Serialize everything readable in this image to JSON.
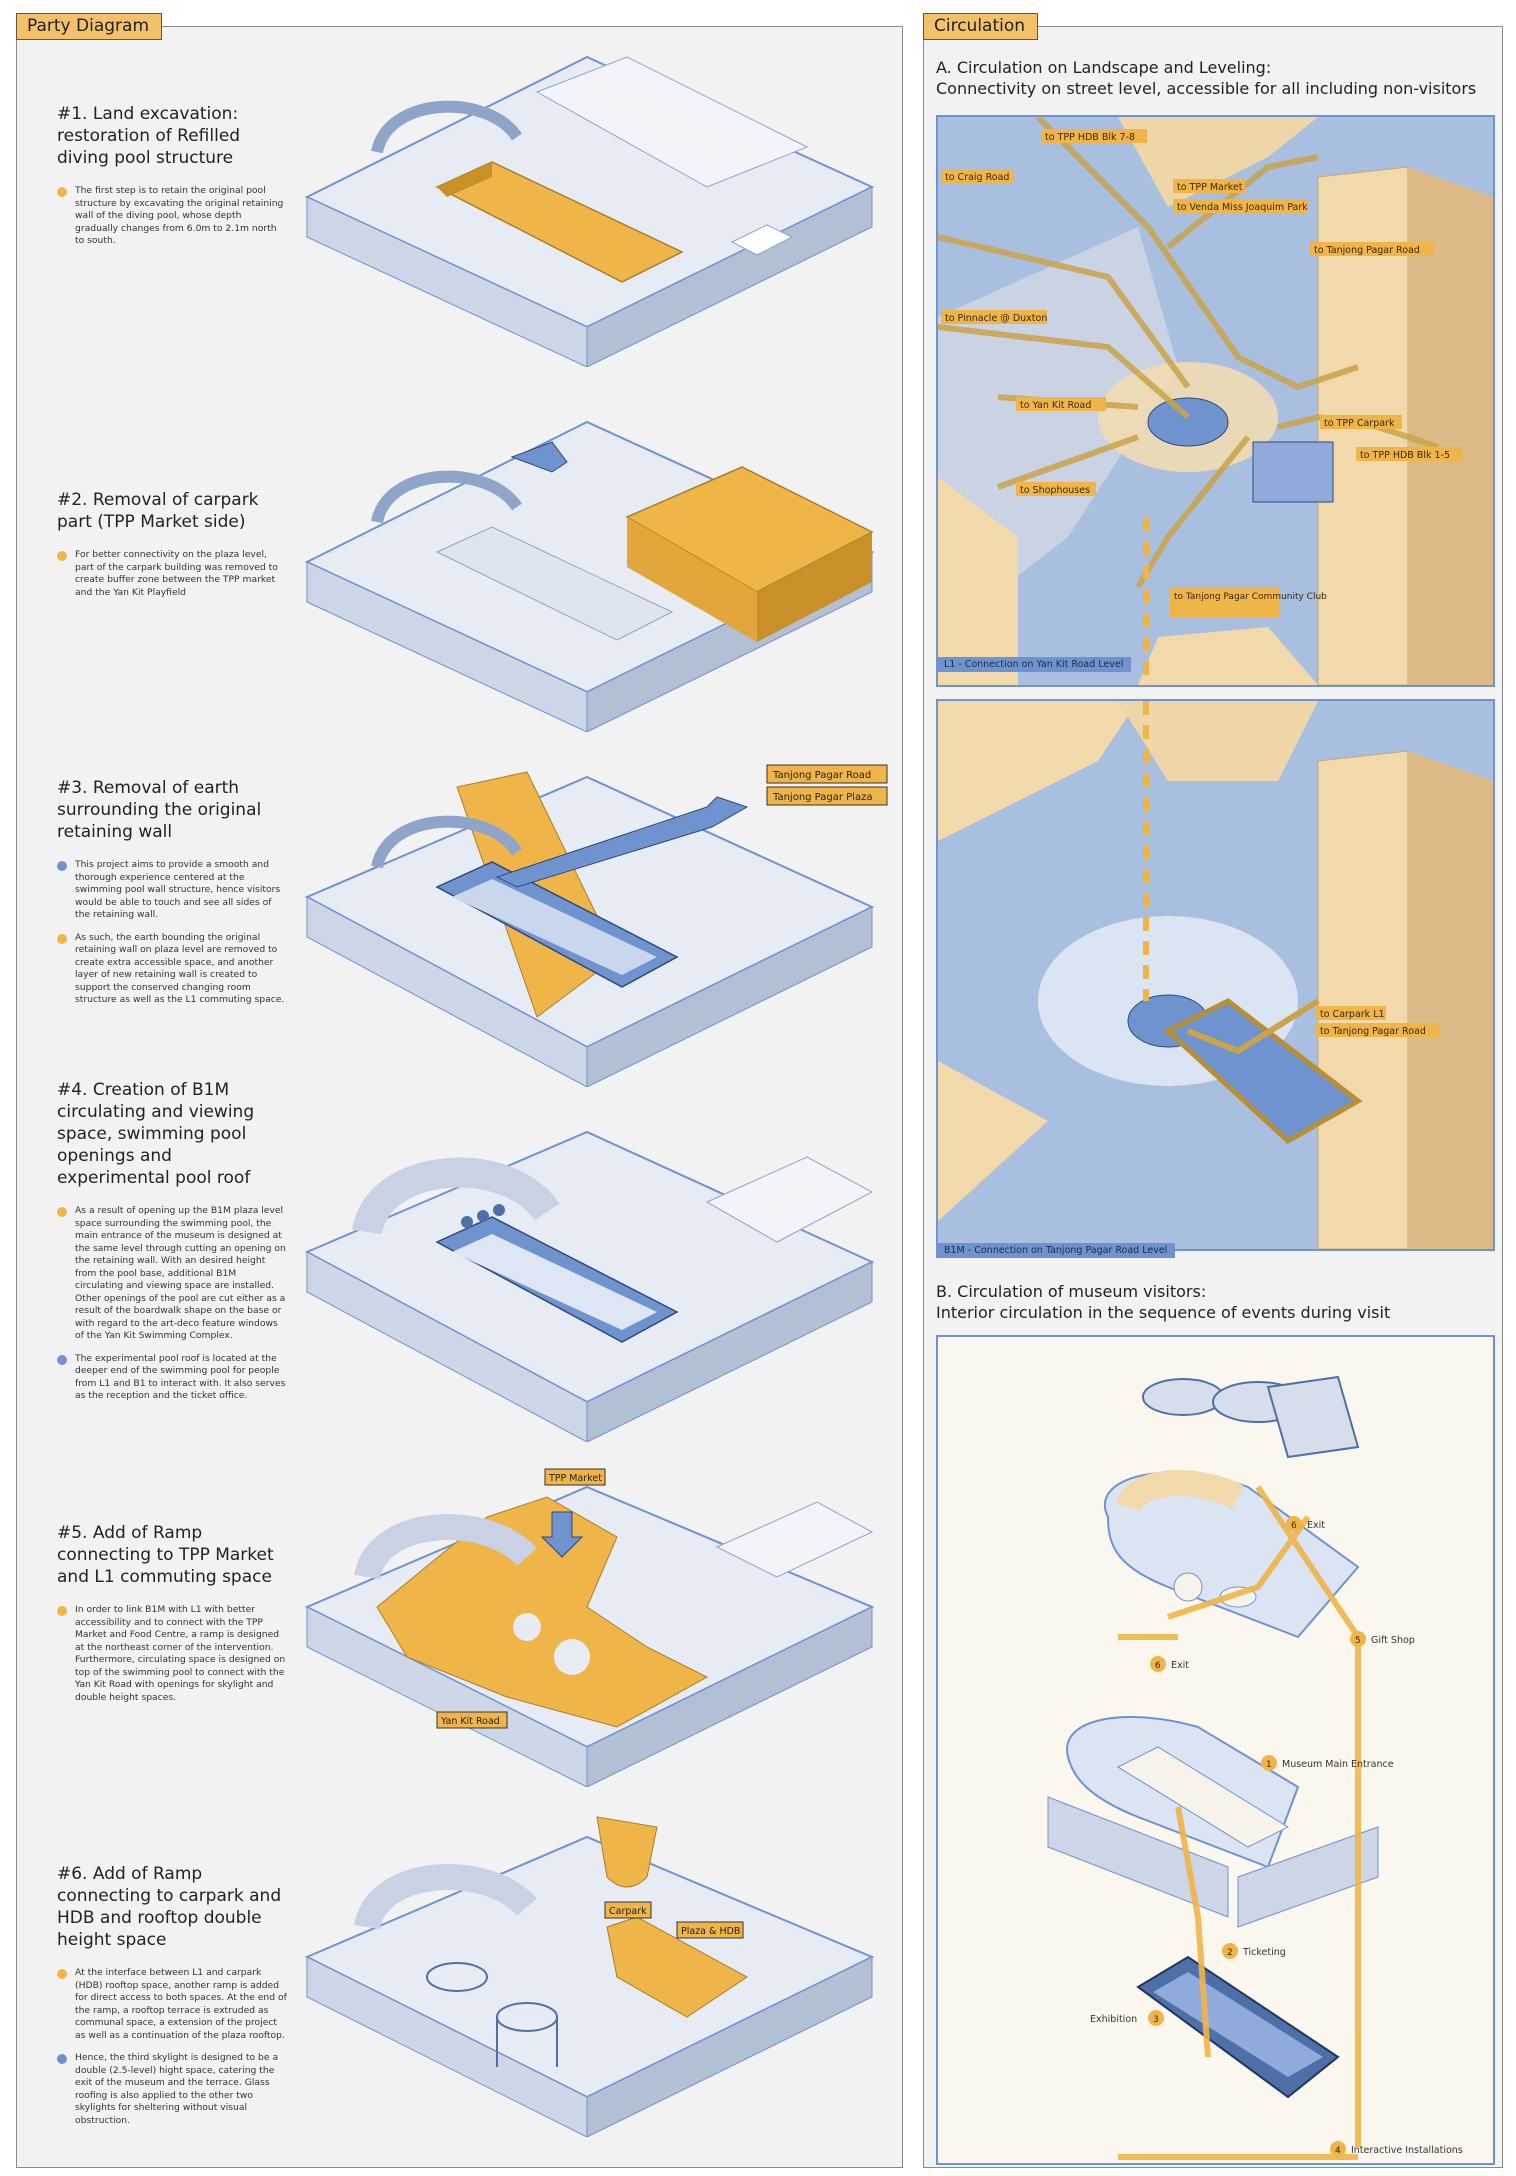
{
  "left_panel": {
    "tab": "Party Diagram",
    "steps": [
      {
        "title": "#1. Land excavation: restoration of Refilled diving pool structure",
        "bullets": [
          {
            "color": "#f0b548",
            "text": "The first step is to retain the original pool structure by excavating the original retaining wall of the diving pool, whose depth gradually changes from 6.0m to 2.1m north to south."
          }
        ]
      },
      {
        "title": "#2. Removal of carpark part (TPP Market side)",
        "bullets": [
          {
            "color": "#f0b548",
            "text": "For better connectivity on the plaza level, part of the carpark building was removed to create buffer zone between the TPP market and the Yan Kit Playfield"
          }
        ]
      },
      {
        "title": "#3. Removal of earth surrounding the original retaining wall",
        "bullets": [
          {
            "color": "#6f93cf",
            "text": "This project aims to provide a smooth and thorough experience centered at the swimming pool wall structure, hence visitors would be able to touch and see all sides of the retaining wall."
          },
          {
            "color": "#f0b548",
            "text": "As such, the earth bounding the original retaining wall on plaza level are removed to create extra accessible space, and another layer of new retaining wall is created to support the conserved changing room structure as well as the L1 commuting space."
          }
        ],
        "tags": [
          "Tanjong Pagar Road",
          "Tanjong Pagar Plaza"
        ]
      },
      {
        "title": "#4. Creation of B1M circulating and viewing space, swimming pool openings and experimental pool roof",
        "bullets": [
          {
            "color": "#f0b548",
            "text": "As a result of opening up the B1M plaza level space surrounding the swimming pool, the main entrance of the museum is designed at the same level through cutting an opening on the retaining wall. With an desired height from the pool base, additional B1M circulating and viewing space are installed. Other openings of the pool are cut either as a result of the boardwalk shape on the base or with regard to the art-deco feature windows of the Yan Kit Swimming Complex."
          },
          {
            "color": "#6f93cf",
            "text": "The experimental pool roof is located at the deeper end of the swimming pool for people from L1 and B1 to interact with. It also serves as the reception and the ticket office."
          }
        ]
      },
      {
        "title": "#5. Add of Ramp connecting to TPP Market and L1 commuting space",
        "bullets": [
          {
            "color": "#f0b548",
            "text": "In order to link B1M with L1 with better accessibility and to connect with the TPP Market and Food Centre, a ramp is designed at the northeast corner of the intervention. Furthermore, circulating space is designed on top of the swimming pool to connect with the Yan Kit Road with openings for skylight and double height spaces."
          }
        ],
        "tags": [
          "TPP Market",
          "Yan Kit Road"
        ]
      },
      {
        "title": "#6. Add of Ramp connecting to carpark and HDB and rooftop double height space",
        "bullets": [
          {
            "color": "#f0b548",
            "text": "At the interface between L1 and carpark (HDB) rooftop space, another ramp is added for direct access to both spaces. At the end of the ramp, a rooftop terrace is extruded as communal space, a extension of the project as well as a continuation of the plaza rooftop."
          },
          {
            "color": "#6f93cf",
            "text": "Hence, the third skylight is designed to be a double (2.5-level) hight space, catering the exit of the museum and the terrace. Glass roofing is also applied to the other two skylights for sheltering without visual obstruction."
          }
        ],
        "tags": [
          "Carpark",
          "Plaza & HDB"
        ]
      }
    ]
  },
  "right_panel": {
    "tab": "Circulation",
    "section_a": {
      "title": "A. Circulation on Landscape and Leveling:",
      "subtitle": "Connectivity on street level, accessible for all including non-visitors",
      "map1_labels": [
        "to TPP HDB Blk 7-8",
        "to Craig Road",
        "to TPP Market",
        "to Venda Miss Joaquim Park",
        "to Tanjong Pagar Road",
        "to Pinnacle @ Duxton",
        "to Yan Kit Road",
        "to TPP Carpark",
        "to TPP HDB Blk 1-5",
        "to Shophouses",
        "to Tanjong Pagar Community Club"
      ],
      "map1_caption": "L1 - Connection on Yan Kit Road Level",
      "map2_labels": [
        "to Carpark L1",
        "to Tanjong Pagar Road"
      ],
      "map2_caption": "B1M - Connection on Tanjong Pagar Road Level"
    },
    "section_b": {
      "title": "B. Circulation of museum visitors:",
      "subtitle": "Interior circulation in the sequence of events during visit",
      "steps": [
        {
          "num": "6",
          "label": "Exit"
        },
        {
          "num": "5",
          "label": "Gift Shop"
        },
        {
          "num": "6",
          "label": "Exit"
        },
        {
          "num": "1",
          "label": "Museum Main Entrance"
        },
        {
          "num": "2",
          "label": "Ticketing"
        },
        {
          "num": "3",
          "label": "Exhibition"
        },
        {
          "num": "4",
          "label": "Interactive Installations"
        }
      ]
    }
  },
  "colors": {
    "accent_orange": "#f0b548",
    "accent_blue": "#6f93cf",
    "model_white": "#e8ecf4",
    "building_tan": "#f1d9ab"
  }
}
